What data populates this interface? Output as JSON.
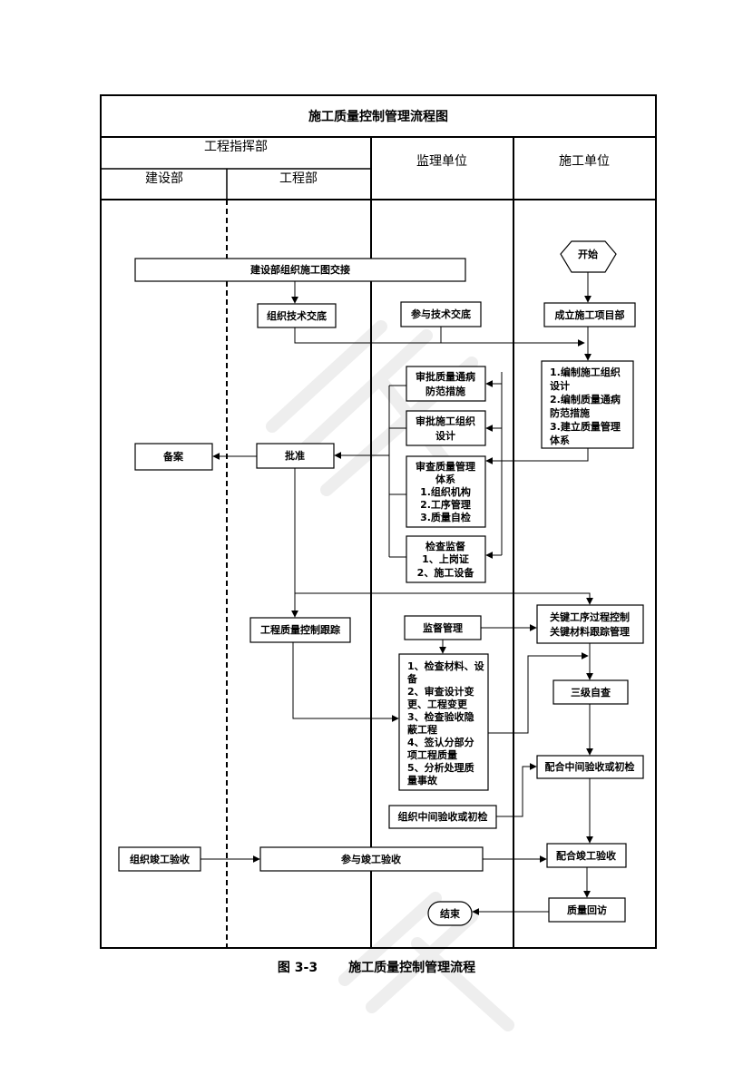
{
  "title": "施工质量控制管理流程图",
  "headers": {
    "engineering_command": "工程指挥部",
    "construction_dept": "建设部",
    "engineering_dept": "工程部",
    "supervision_unit": "监理单位",
    "contractor_unit": "施工单位"
  },
  "nodes": {
    "start": "开始",
    "drawing_handover": "建设部组织施工图交接",
    "org_tech_briefing": "组织技术交底",
    "join_tech_briefing": "参与技术交底",
    "setup_project_dept": "成立施工项目部",
    "contractor_tasks": [
      "1.编制施工组织",
      "设计",
      "2.编制质量通病",
      "防范措施",
      "3.建立质量管理",
      "体系"
    ],
    "approve_defect_measures": [
      "审批质量通病",
      "防范措施"
    ],
    "approve_construction_design": [
      "审批施工组织",
      "设计"
    ],
    "review_quality_system": [
      "审查质量管理",
      "体系",
      "1.组织机构",
      "2.工序管理",
      "3.质量自检"
    ],
    "check_supervision": [
      "检查监督",
      "1、上岗证",
      "2、施工设备"
    ],
    "approve": "批准",
    "record": "备案",
    "quality_tracking": "工程质量控制跟踪",
    "supervision_mgmt": "监督管理",
    "key_process_control": [
      "关键工序过程控制",
      "关键材料跟踪管理"
    ],
    "supervision_items": [
      "1、检查材料、设",
      "备",
      "2、审查设计变",
      "更、工程变更",
      "3、检查验收隐",
      "蔽工程",
      "4、签认分部分",
      "项工程质量",
      "5、分析处理质",
      "量事故"
    ],
    "three_level_check": "三级自查",
    "cooperate_midterm_check": "配合中间验收或初检",
    "org_midterm_check": "组织中间验收或初检",
    "org_completion_acceptance": "组织竣工验收",
    "join_completion_acceptance": "参与竣工验收",
    "cooperate_completion_acceptance": "配合竣工验收",
    "quality_revisit": "质量回访",
    "end": "结束"
  },
  "caption": {
    "figure_no": "图 3-3",
    "text": "施工质量控制管理流程"
  }
}
